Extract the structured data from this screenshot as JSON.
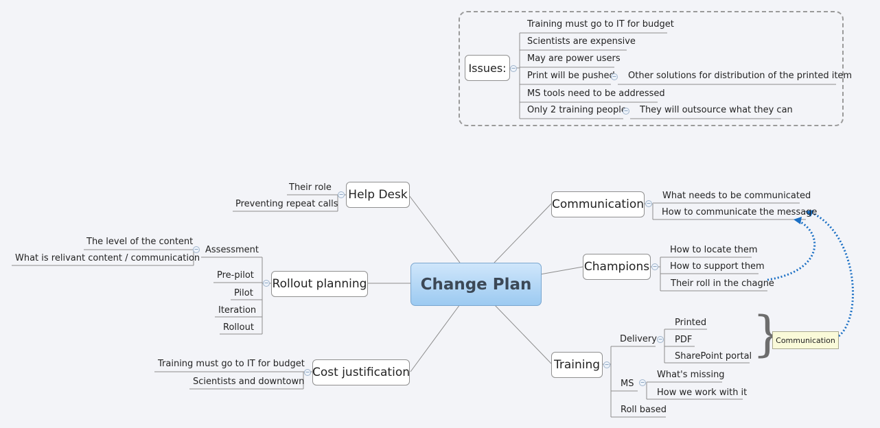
{
  "central": "Change Plan",
  "issues": {
    "label": "Issues:",
    "items": [
      "Training must go to IT for budget",
      "Scientists are expensive",
      "May are power users",
      "Print will be pushed",
      "MS tools need to be addressed",
      "Only 2 training people"
    ],
    "sub_print": "Other solutions for distribution of the printed item",
    "sub_training": "They will outsource what they can"
  },
  "help_desk": {
    "label": "Help Desk",
    "items": [
      "Their role",
      "Preventing repeat calls"
    ]
  },
  "rollout": {
    "label": "Rollout planning",
    "assessment": "Assessment",
    "assessment_items": [
      "The level of the content",
      "What is relivant content / communication"
    ],
    "items": [
      "Pre-pilot",
      "Pilot",
      "Iteration",
      "Rollout"
    ]
  },
  "cost": {
    "label": "Cost justification",
    "items": [
      "Training must go to IT for budget",
      "Scientists and downtown"
    ]
  },
  "communication": {
    "label": "Communication",
    "items": [
      "What needs to be communicated",
      "How to communicate the message"
    ]
  },
  "champions": {
    "label": "Champions",
    "items": [
      "How to locate them",
      "How to support them",
      "Their roll in the chagne"
    ]
  },
  "training": {
    "label": "Training",
    "delivery": "Delivery",
    "delivery_items": [
      "Printed",
      "PDF",
      "SharePoint portal"
    ],
    "ms": "MS",
    "ms_items": [
      "What's missing",
      "How we work with it"
    ],
    "roll_based": "Roll based"
  },
  "note": "Communication",
  "colors": {
    "relation": "#1a6fc4",
    "link": "#8c8c8c",
    "central_top": "#cfe6fb",
    "central_bottom": "#9ccaf1"
  }
}
